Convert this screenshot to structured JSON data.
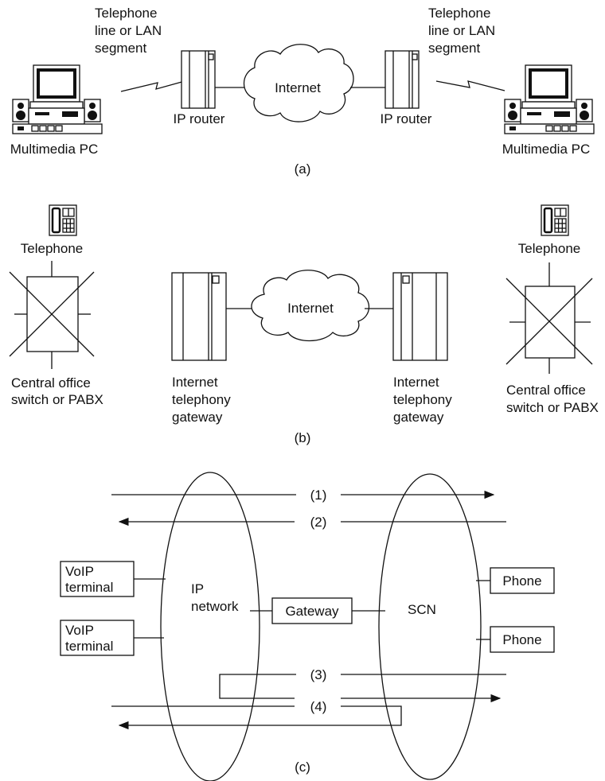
{
  "panel_a": {
    "left_link_label": [
      "Telephone",
      "line or LAN",
      "segment"
    ],
    "right_link_label": [
      "Telephone",
      "line or LAN",
      "segment"
    ],
    "left_router_label": "IP router",
    "right_router_label": "IP router",
    "cloud_label": "Internet",
    "left_pc_label": "Multimedia PC",
    "right_pc_label": "Multimedia PC",
    "caption": "(a)"
  },
  "panel_b": {
    "left_phone_label": "Telephone",
    "right_phone_label": "Telephone",
    "left_switch_label": [
      "Central office",
      "switch or PABX"
    ],
    "right_switch_label": [
      "Central office",
      "switch or PABX"
    ],
    "cloud_label": "Internet",
    "left_gateway_label": [
      "Internet",
      "telephony",
      "gateway"
    ],
    "right_gateway_label": [
      "Internet",
      "telephony",
      "gateway"
    ],
    "caption": "(b)"
  },
  "panel_c": {
    "flow_labels": [
      "(1)",
      "(2)",
      "(3)",
      "(4)"
    ],
    "terminal_top": [
      "VoIP",
      "terminal"
    ],
    "terminal_bottom": [
      "VoIP",
      "terminal"
    ],
    "ip_network_label": [
      "IP",
      "network"
    ],
    "gateway_label": "Gateway",
    "scn_label": "SCN",
    "phone_top": "Phone",
    "phone_bottom": "Phone",
    "caption": "(c)"
  }
}
